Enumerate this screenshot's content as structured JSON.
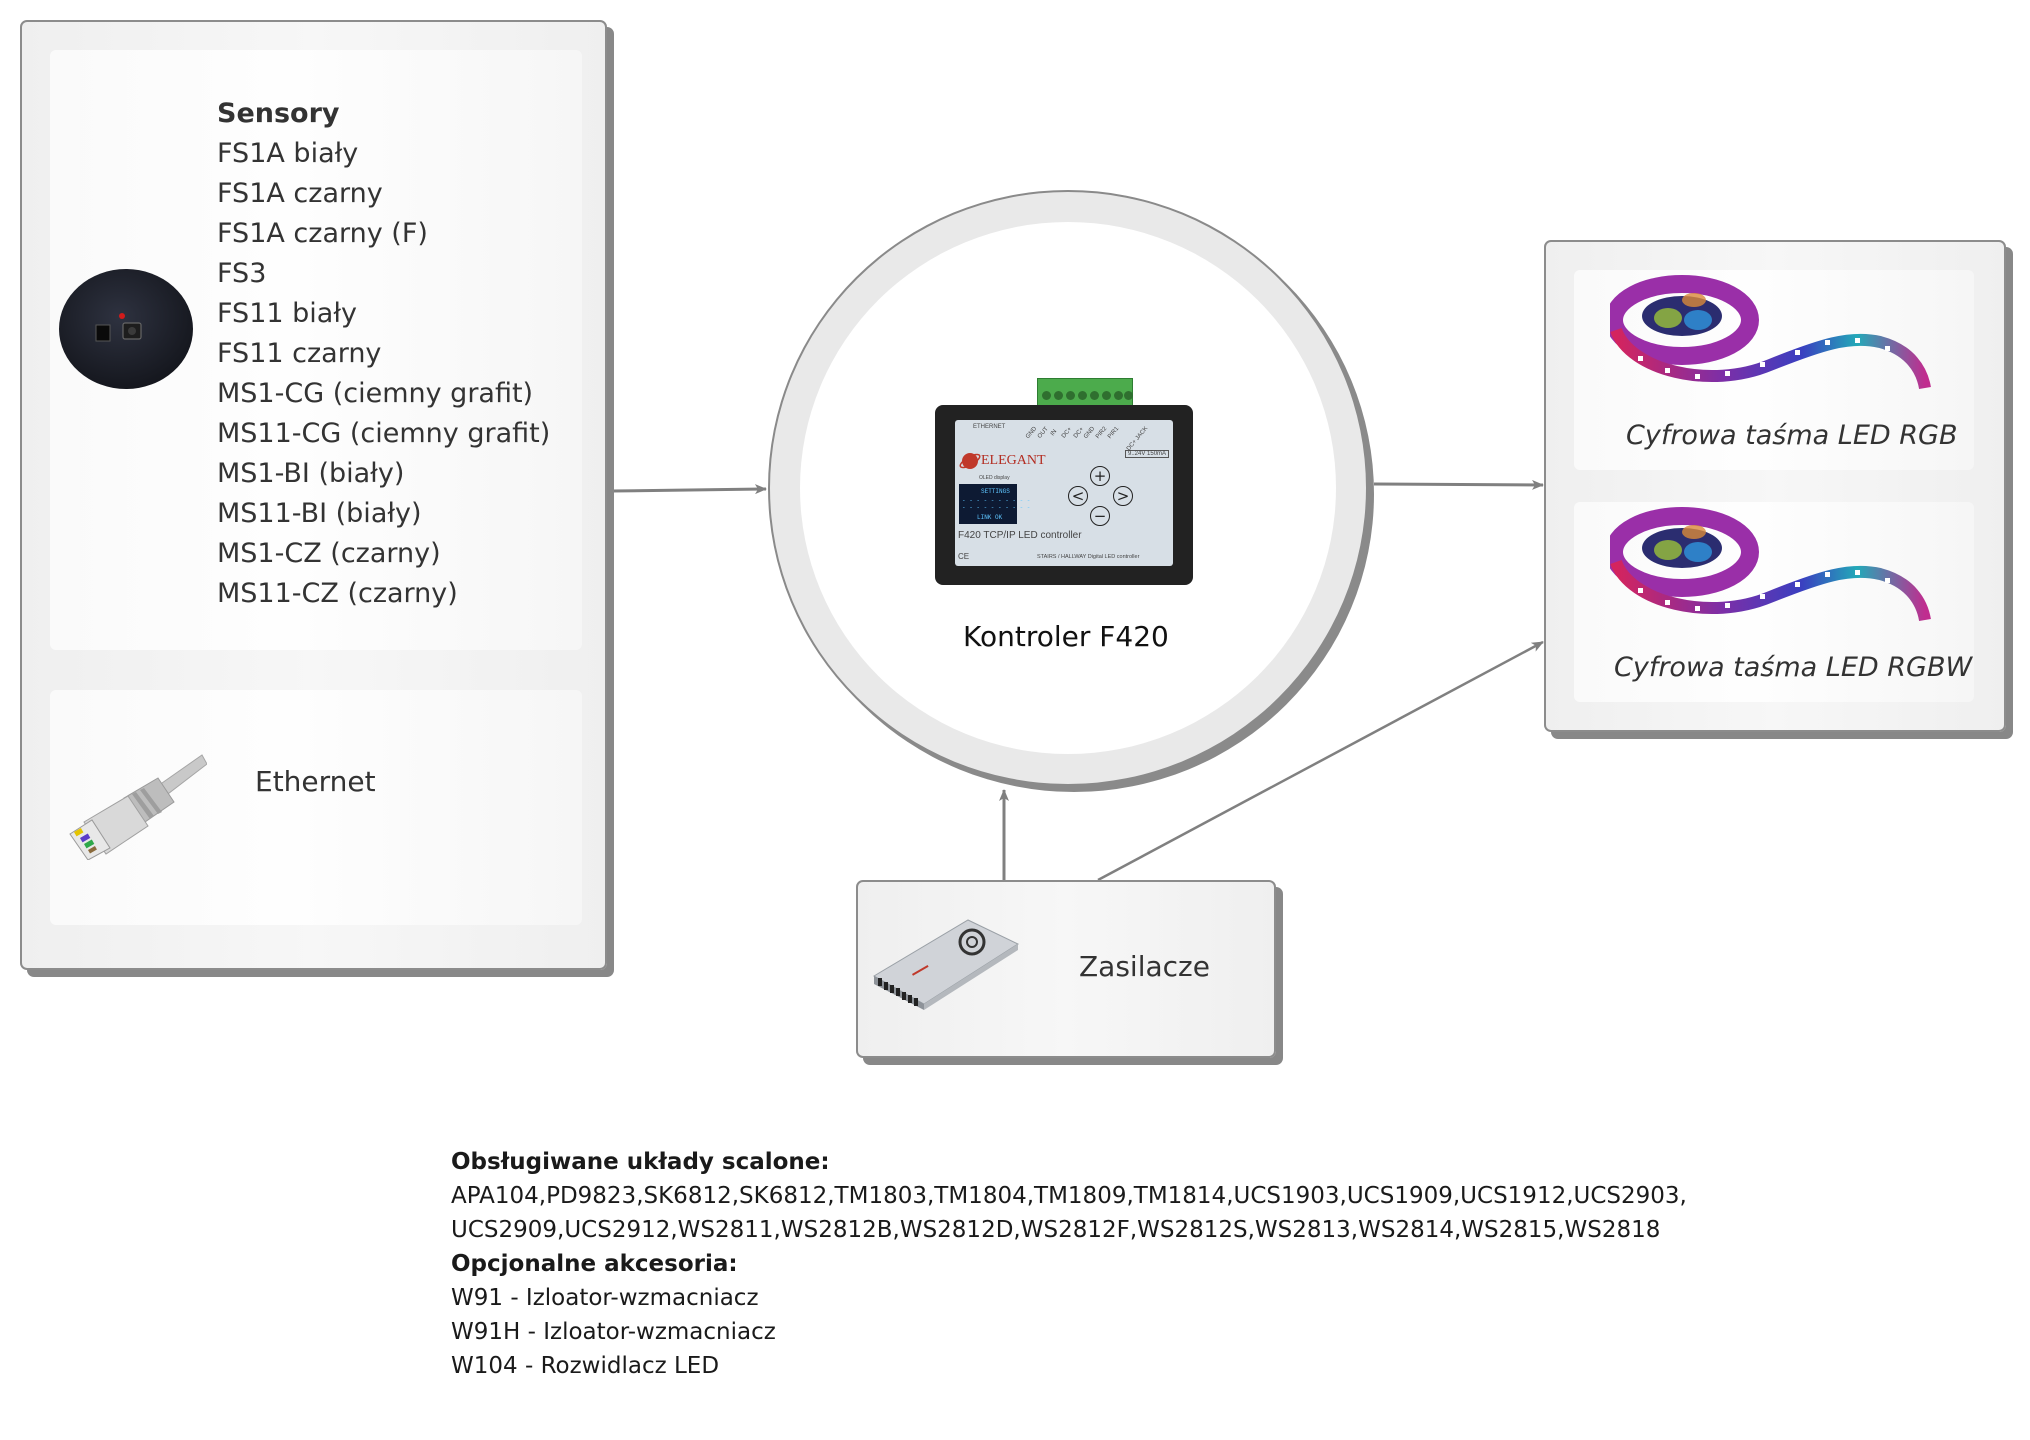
{
  "diagram_title": "F420 system connection diagram",
  "sensors": {
    "title": "Sensory",
    "items": [
      "FS1A biały",
      "FS1A czarny",
      "FS1A czarny (F)",
      "FS3",
      "FS11 biały",
      "FS11 czarny",
      "MS1-CG (ciemny grafit)",
      "MS11-CG (ciemny grafit)",
      "MS1-BI (biały)",
      "MS11-BI (biały)",
      "MS1-CZ (czarny)",
      "MS11-CZ (czarny)"
    ],
    "icon": "motion-sensor-icon"
  },
  "ethernet": {
    "label": "Ethernet",
    "icon": "ethernet-cable-icon"
  },
  "controller": {
    "label": "Kontroler F420",
    "device": {
      "brand": "ELEGANT",
      "port_label": "ETHERNET",
      "pins": [
        "GND",
        "OUT",
        "IN",
        "DC+",
        "DC+",
        "GND",
        "PIR2",
        "PIR1"
      ],
      "jack_label": "DC+ JACK",
      "power_rating": "9..24V 150mA",
      "oled_caption": "OLED display",
      "oled_lines": [
        "SETTINGS",
        "LINK OK"
      ],
      "model_text": "F420 TCP/IP LED controller",
      "footer_text": "STAIRS / HALLWAY Digital LED controller",
      "ce_mark": "CE",
      "buttons": [
        "+",
        "<",
        ">",
        "−"
      ]
    }
  },
  "outputs": [
    {
      "label": "Cyfrowa taśma LED RGB",
      "icon": "led-strip-icon"
    },
    {
      "label": "Cyfrowa taśma LED RGBW",
      "icon": "led-strip-icon"
    }
  ],
  "power": {
    "label": "Zasilacze",
    "icon": "power-supply-icon"
  },
  "info": {
    "chips_heading": "Obsługiwane układy scalone:",
    "chips_line1": "APA104,PD9823,SK6812,SK6812,TM1803,TM1804,TM1809,TM1814,UCS1903,UCS1909,UCS1912,UCS2903,",
    "chips_line2": "UCS2909,UCS2912,WS2811,WS2812B,WS2812D,WS2812F,WS2812S,WS2813,WS2814,WS2815,WS2818",
    "accessories_heading": "Opcjonalne akcesoria:",
    "accessories": [
      "W91 - Izloator-wzmacniacz",
      "W91H - Izloator-wzmacniacz",
      "W104 - Rozwidlacz LED"
    ]
  },
  "colors": {
    "connector": "#808080",
    "panel_border": "#8c8c8c",
    "text": "#333333"
  }
}
